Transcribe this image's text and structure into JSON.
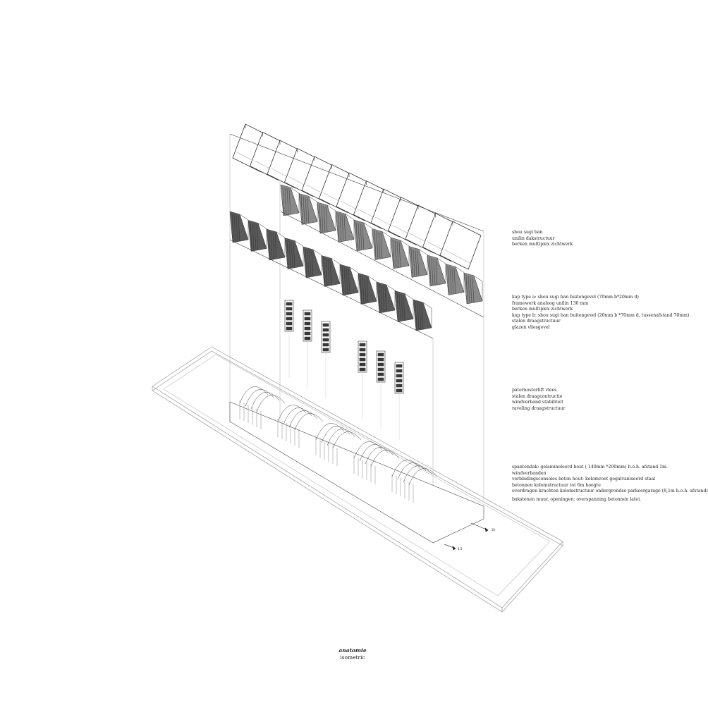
{
  "annotations": {
    "group1": [
      "shou sugi ban",
      "unilin dakstructuur",
      "berken multiplex zichtwerk"
    ],
    "group2": [
      "kap type a: shou sugi ban buitengevel (70mm b*20mm d)",
      "framewerk analoog unilin 130 mm",
      "berken multiplex zichtwerk",
      "kap type b: shou sugi ban buitengevel (20mm b *70mm d, tussenafstand 70mm)",
      "stalen draagstructuur",
      "glazen vliesgevel"
    ],
    "group3": [
      "paternosterlift vlees",
      "stalen draagcontructie",
      "windverband stabiliteit",
      "raveling draagstructuur"
    ],
    "group4": [
      "spantendak: gelamineleerd hout ( 140mm *200mm) h.o.h. afstand 1m.",
      "windverbanden",
      "verbindingsconsoles beton hout: kolomvoet gegalvaniseerd staal",
      "betonnen kolomstructuur tot 6m hoogte",
      "overdragen krachten kolomstructuur ondergrondse parkeergarage (8,1m h.o.h. afstand)",
      "bakstenen muur, openingen: overspanning betonnen latei."
    ]
  },
  "dimensions": {
    "d1": "10",
    "d2": "4.5"
  },
  "caption": {
    "title": "anatomie",
    "subtitle": "isometric"
  },
  "colors": {
    "line": "#333333",
    "dark": "#3a3a3a",
    "mid": "#8a8a8a",
    "light": "#bdbdbd"
  }
}
